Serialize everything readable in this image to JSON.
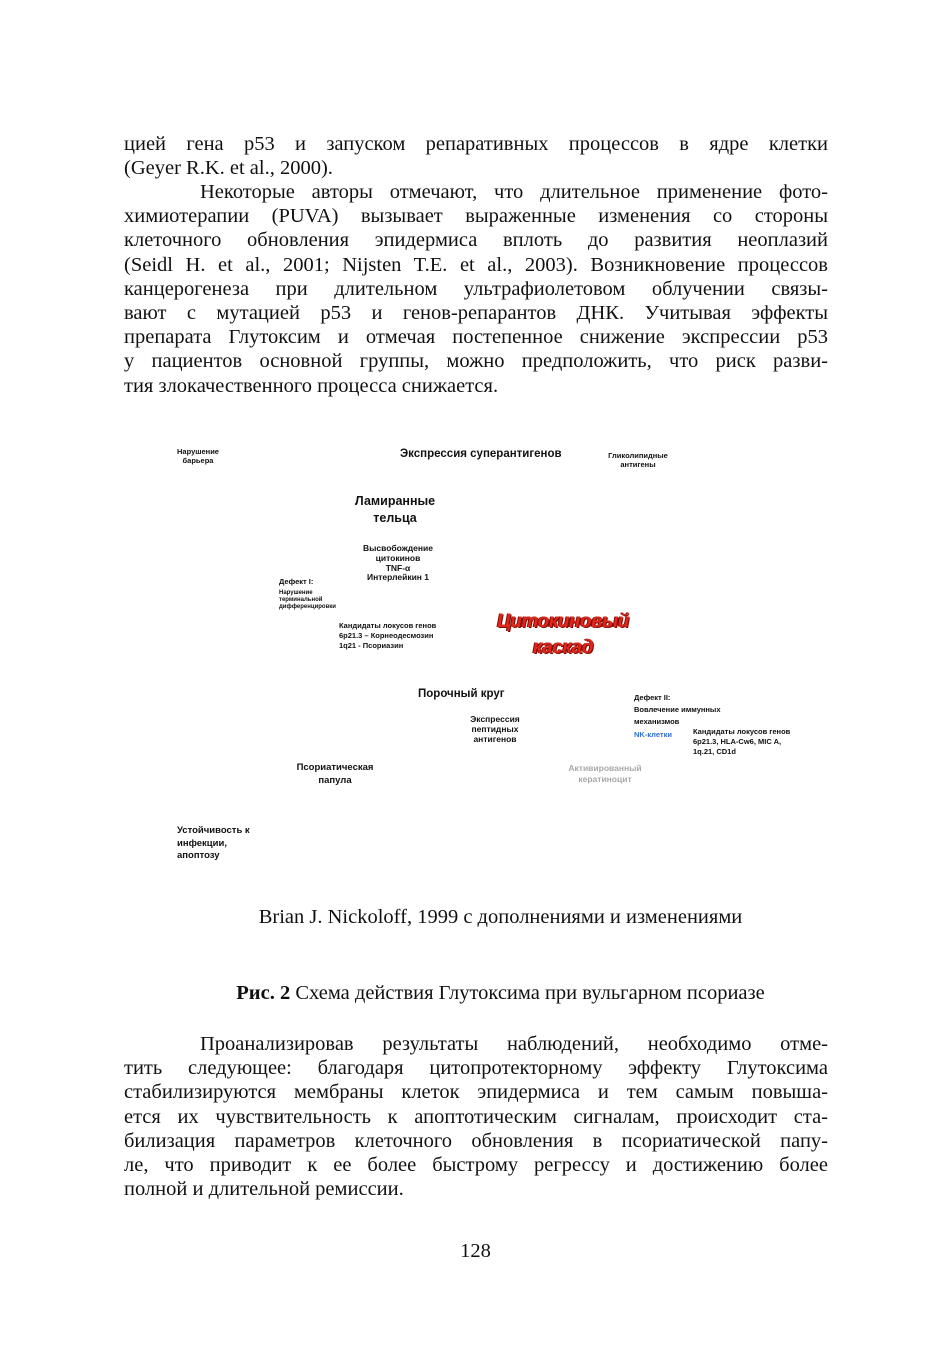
{
  "paragraphs": {
    "p1": [
      "цией гена р53 и запуском репаративных процессов в ядре клетки",
      "(Geyer R.K. et al., 2000)."
    ],
    "p2": [
      "Некоторые авторы отмечают, что длительное применение фото-",
      "химиотерапии (PUVA) вызывает выраженные изменения со стороны",
      "клеточного обновления эпидермиса вплоть до развития неоплазий",
      "(Seidl H. et al., 2001; Nijsten T.E. et al., 2003). Возникновение процессов",
      "канцерогенеза при длительном ультрафиолетовом облучении связы-",
      "вают с мутацией р53 и генов-репарантов ДНК. Учитывая эффекты",
      "препарата Глутоксим и отмечая постепенное снижение экспрессии р53",
      "у пациентов основной группы, можно предположить, что риск разви-",
      "тия злокачественного процесса снижается."
    ],
    "p3": [
      "Проанализировав результаты наблюдений, необходимо отме-",
      "тить следующее: благодаря цитопротекторному эффекту Глутоксима",
      "стабилизируются мембраны клеток эпидермиса и тем самым повыша-",
      "ется их чувствительность к апоптотическим сигналам, происходит ста-",
      "билизация параметров клеточного обновления в псориатической папу-",
      "ле, что приводит к ее более быстрому регрессу и достижению более",
      "полной и длительной ремиссии."
    ]
  },
  "diagram": {
    "barrier": [
      "Нарушение",
      "барьера"
    ],
    "superantigens": "Экспрессия суперантигенов",
    "glycolipid": [
      "Гликолипидные",
      "антигены"
    ],
    "lamellar": [
      "Ламиранные",
      "тельца"
    ],
    "cytokines": [
      "Высвобождение",
      "цитокинов",
      "TNF-α",
      "Интерлейкин 1"
    ],
    "defect1": [
      "Дефект I:",
      "Нарушение",
      "терминальной",
      "дифференцировки"
    ],
    "candidates1": [
      "Кандидаты локусов генов",
      "6р21.3 – Корнеодесмозин",
      "1q21 - Псориазин"
    ],
    "cascade": [
      "Цитокиновый",
      "каскад"
    ],
    "vicious_circle": "Порочный круг",
    "defect2": [
      "Дефект II:",
      "Вовлечение иммунных",
      "механизмов"
    ],
    "nk_cells": "NK-клетки",
    "candidates2": [
      "Кандидаты локусов генов",
      "6р21.3,  HLA-Cw6, MIC A,",
      "1q.21,  CD1d"
    ],
    "peptide": [
      "Экспрессия",
      "пептидных",
      "антигенов"
    ],
    "papule": [
      "Псориатическая",
      "папула"
    ],
    "keratinocyte": [
      "Активированный",
      "кератиноцит"
    ],
    "resistance": [
      "Устойчивость к",
      "инфекции,",
      "апоптозу"
    ]
  },
  "credit": "Brian J. Nickoloff, 1999 с дополнениями и изменениями",
  "caption": {
    "label": "Рис. 2",
    "text": " Схема действия Глутоксима при вульгарном псориазе"
  },
  "page_number": "128"
}
